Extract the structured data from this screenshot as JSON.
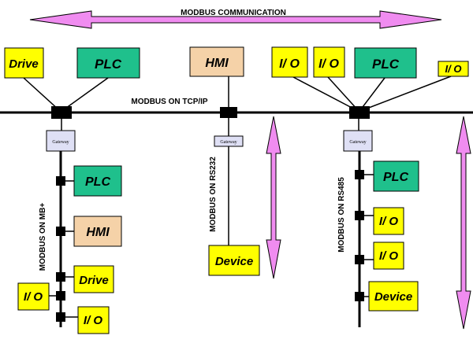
{
  "title": "MODBUS COMMUNICATION",
  "network_labels": {
    "tcp": "MODBUS ON TCP/IP",
    "mbplus": "MODBUS ON MB+",
    "rs232": "MODBUS ON RS232",
    "rs485": "MODBUS ON RS485"
  },
  "gateway_label": "Gateway",
  "top_devices": {
    "drive": "Drive",
    "plc_left": "PLC",
    "hmi": "HMI",
    "io_1": "I/ O",
    "io_2": "I/ O",
    "plc_right": "PLC",
    "io_3": "I/ O"
  },
  "mbplus_devices": {
    "plc": "PLC",
    "hmi": "HMI",
    "drive": "Drive",
    "io_left": "I/ O",
    "io_bottom": "I/ O"
  },
  "rs232_devices": {
    "device": "Device"
  },
  "rs485_devices": {
    "plc": "PLC",
    "io_1": "I/ O",
    "io_2": "I/ O",
    "device": "Device"
  },
  "colors": {
    "yellow": "#ffff00",
    "green": "#1fc08c",
    "peach": "#f5d2a8",
    "arrow": "#f08cf0",
    "gateway": "#dfe0f5"
  }
}
